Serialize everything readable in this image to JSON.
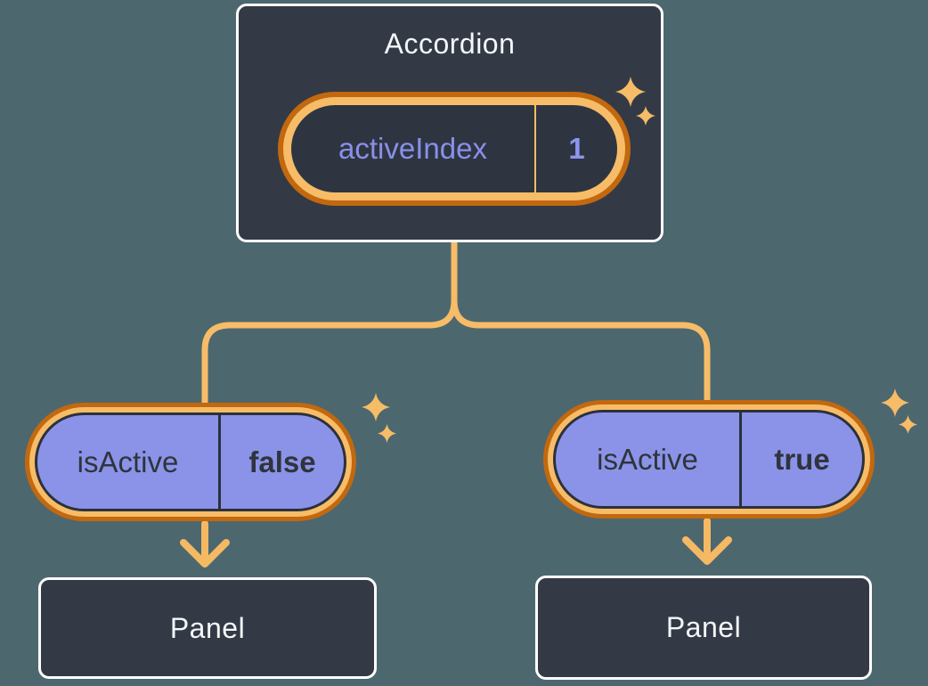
{
  "palette": {
    "background": "#4d676f",
    "node_fill": "#333a46",
    "node_border": "#ffffff",
    "node_text": "#f4f6f9",
    "wire_orange_light": "#f7bc67",
    "wire_orange_dark": "#c2680f",
    "state_pill_interior": "#2f3540",
    "state_text_periwinkle": "#8890ea",
    "prop_pill_fill": "#8b93e8",
    "prop_text_dark": "#2f343d"
  },
  "icons": {
    "sparkle": "four-point-star"
  },
  "tree": {
    "root": {
      "title": "Accordion",
      "state": {
        "name": "activeIndex",
        "value": "1"
      }
    },
    "children": [
      {
        "prop": {
          "name": "isActive",
          "value": "false"
        },
        "panel": {
          "title": "Panel"
        }
      },
      {
        "prop": {
          "name": "isActive",
          "value": "true"
        },
        "panel": {
          "title": "Panel"
        }
      }
    ]
  }
}
